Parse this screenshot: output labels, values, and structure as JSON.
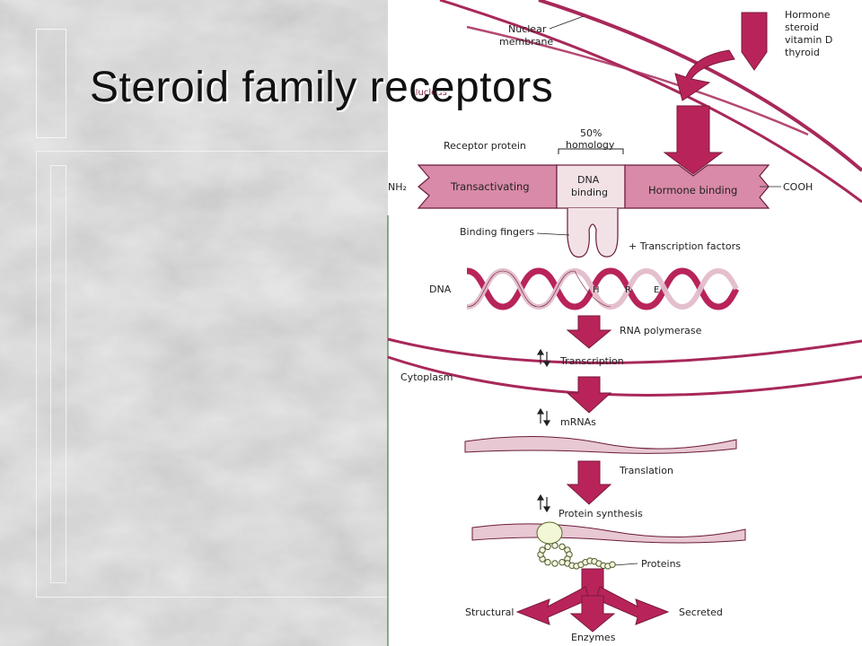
{
  "slide": {
    "title": "Steroid family receptors"
  },
  "diagram": {
    "hormone_label": [
      "Hormone",
      "steroid",
      "vitamin D",
      "thyroid"
    ],
    "nuclear_membrane_label": [
      "Nuclear",
      "membrane"
    ],
    "nucleus_label": "Nucleus",
    "receptor_protein_label": "Receptor protein",
    "homology_label": [
      "50%",
      "homology"
    ],
    "nh2_label": "NH₂",
    "transactivating_label": "Transactivating",
    "dna_binding_label": [
      "DNA",
      "binding"
    ],
    "hormone_binding_label": "Hormone binding",
    "cooh_label": "COOH",
    "binding_fingers_label": "Binding fingers",
    "transcription_factors_label": "+ Transcription factors",
    "dna_label": "DNA",
    "hre_letters": [
      "H",
      "R",
      "E"
    ],
    "rna_polymerase_label": "RNA polymerase",
    "transcription_label": "Transcription",
    "cytoplasm_label": "Cytoplasm",
    "mrnas_label": "mRNAs",
    "translation_label": "Translation",
    "protein_synthesis_label": "Protein synthesis",
    "proteins_label": "Proteins",
    "structural_label": "Structural",
    "secreted_label": "Secreted",
    "enzymes_label": "Enzymes",
    "colors": {
      "magenta": "#b8245a",
      "pink_box": "#d98aa8",
      "pale_box": "#f2e2e6",
      "membrane": "#a8285a",
      "text": "#222222"
    }
  }
}
